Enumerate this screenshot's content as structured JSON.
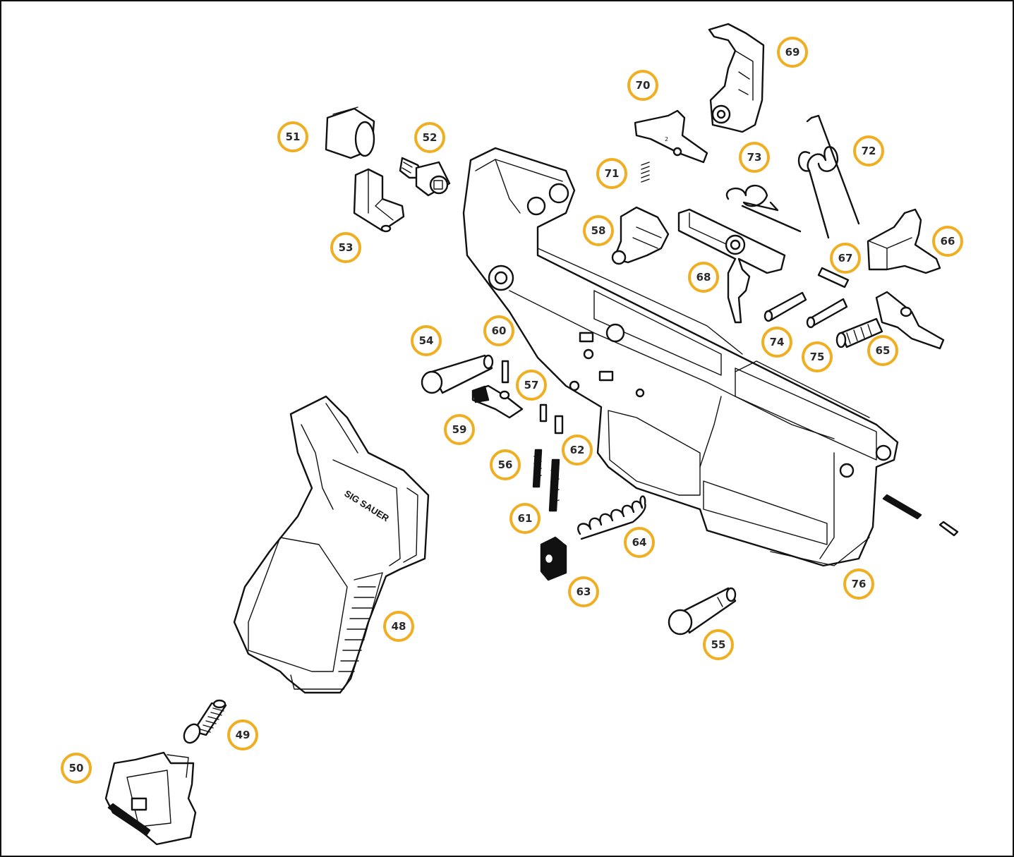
{
  "diagram": {
    "brand_text": "SIG SAUER",
    "callout_color": "#F0AE22",
    "line_color": "#111111",
    "callouts": [
      "48",
      "49",
      "50",
      "51",
      "52",
      "53",
      "54",
      "55",
      "56",
      "57",
      "58",
      "59",
      "60",
      "61",
      "62",
      "63",
      "64",
      "65",
      "66",
      "67",
      "68",
      "69",
      "70",
      "71",
      "72",
      "73",
      "74",
      "75",
      "76"
    ]
  }
}
